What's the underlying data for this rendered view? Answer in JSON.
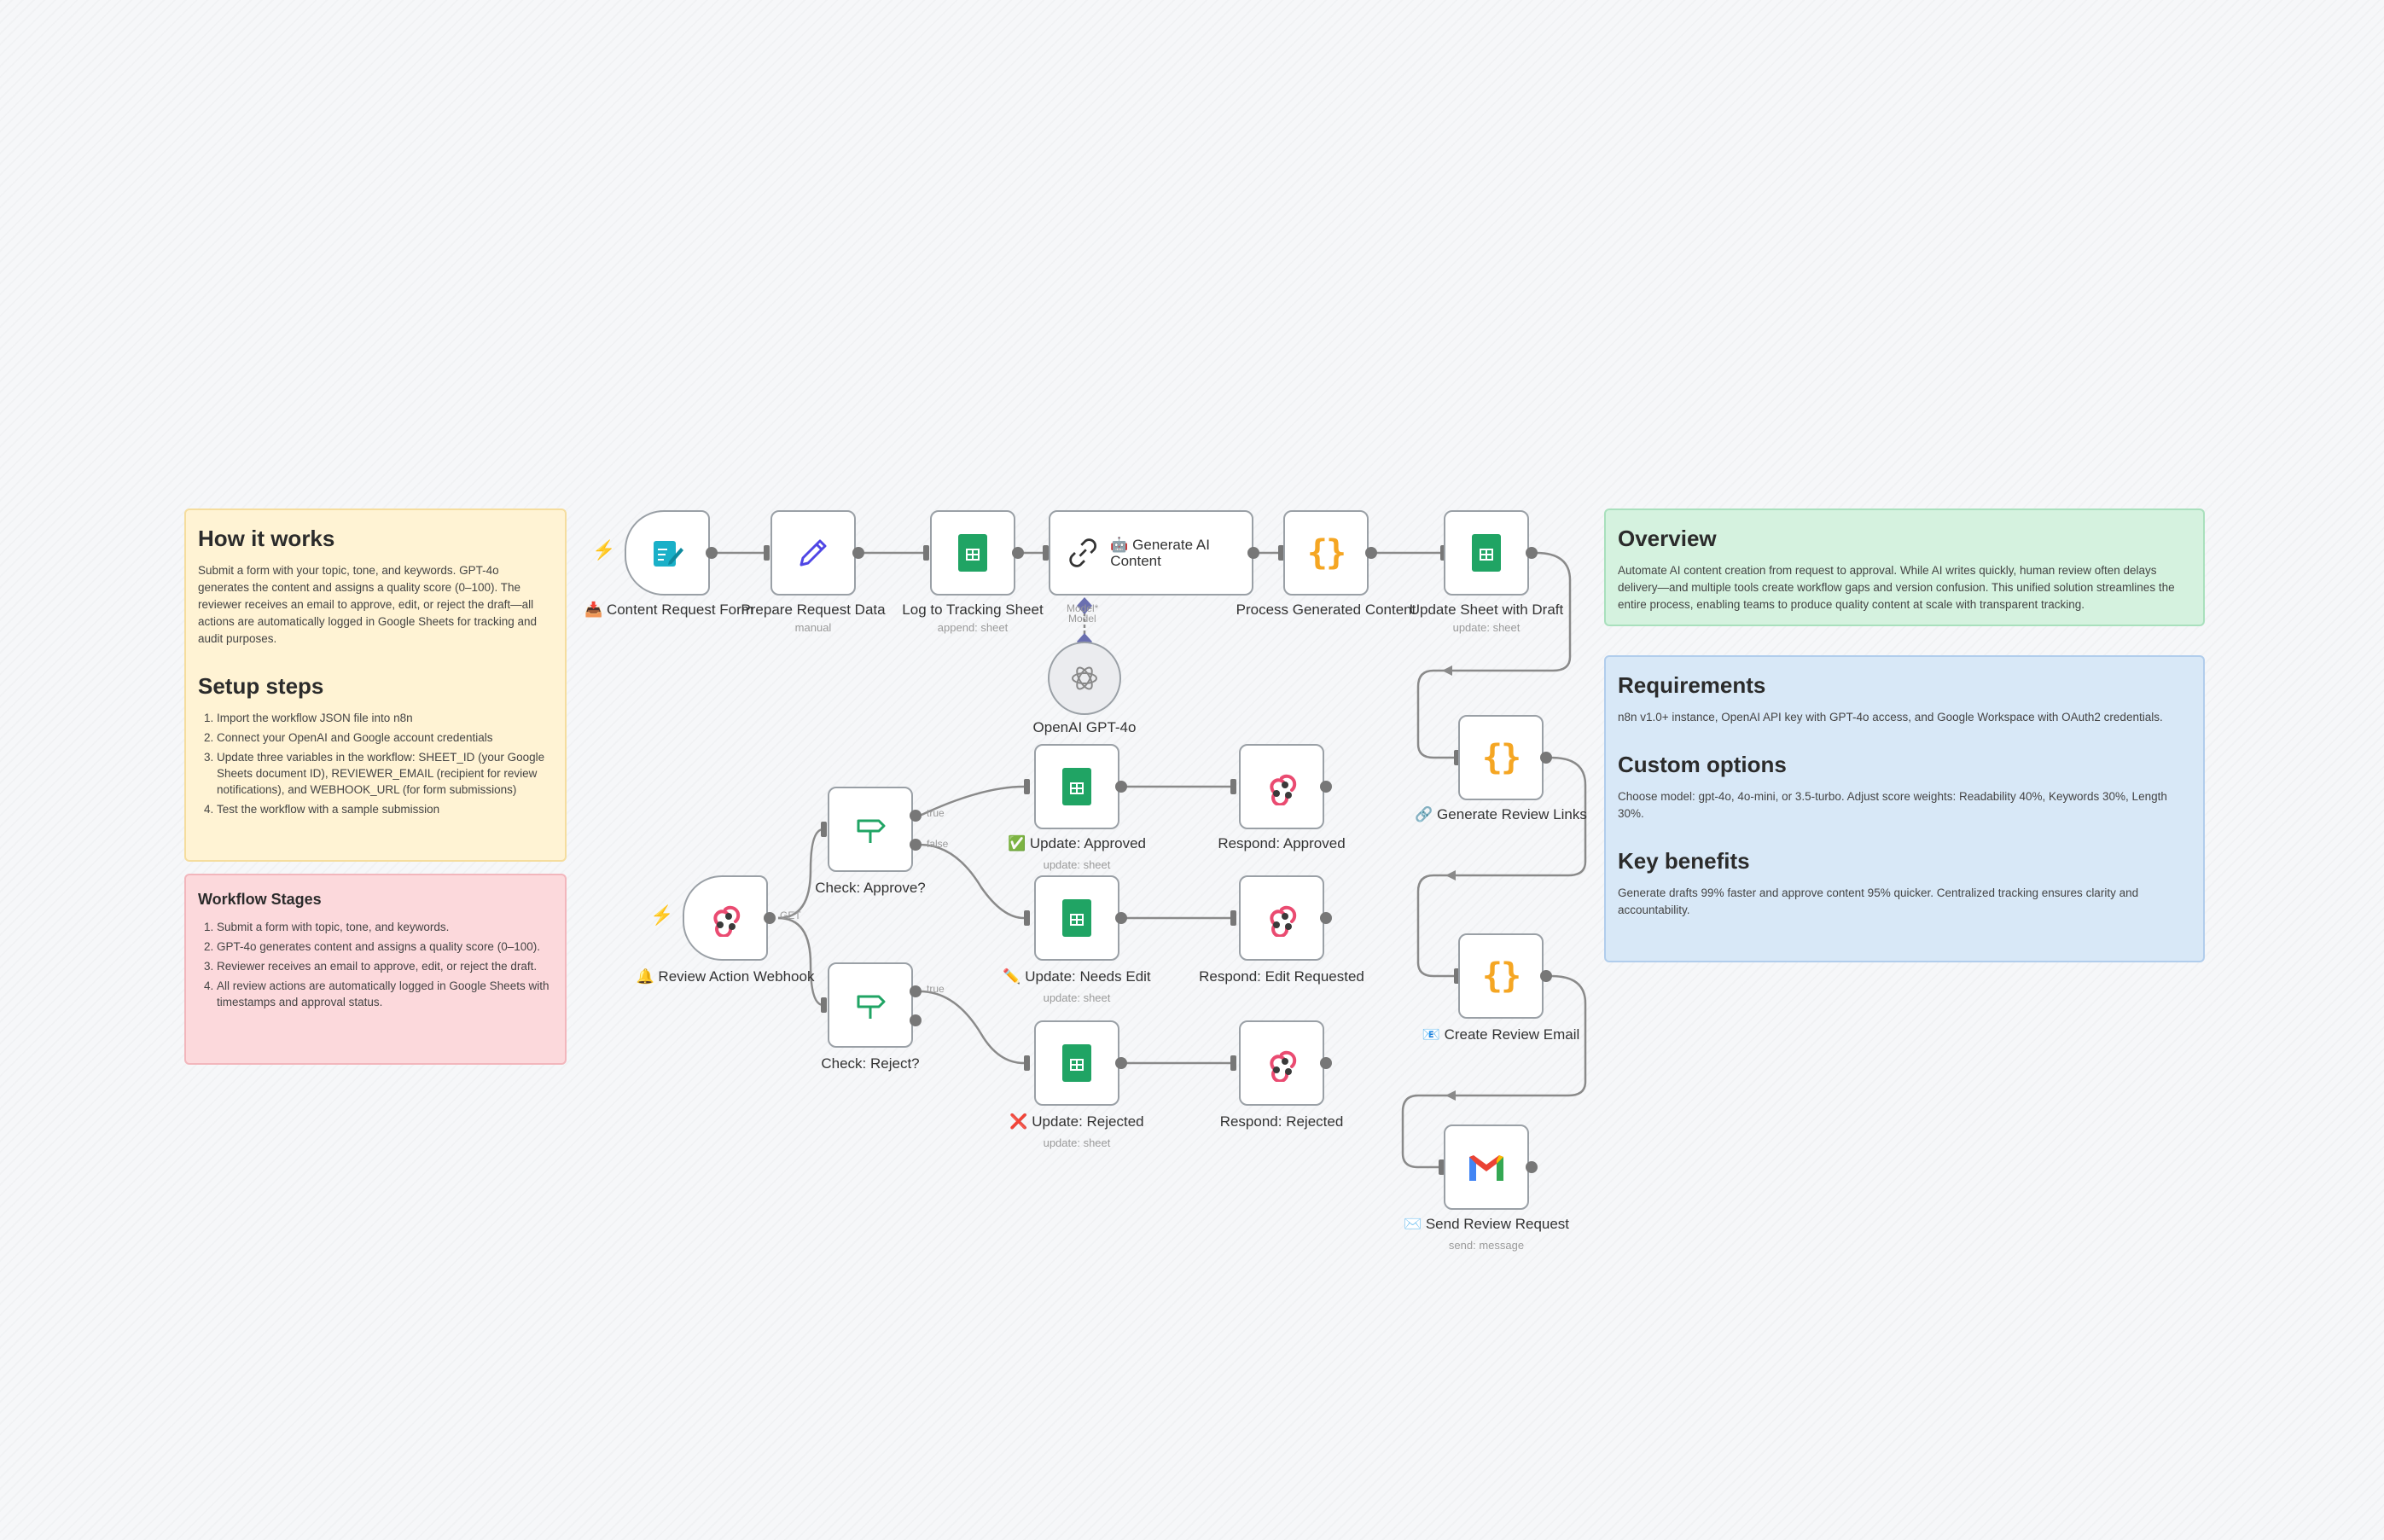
{
  "notes": {
    "how_it_works": {
      "title": "How it works",
      "text": "Submit a form with your topic, tone, and keywords. GPT-4o generates the content and assigns a quality score (0–100). The reviewer receives an email to approve, edit, or reject the draft—all actions are automatically logged in Google Sheets for tracking and audit purposes.",
      "setup_title": "Setup steps",
      "setup_steps": [
        "Import the workflow JSON file into n8n",
        "Connect your OpenAI and Google account credentials",
        "Update three variables in the workflow: SHEET_ID (your Google Sheets document ID), REVIEWER_EMAIL (recipient for review notifications), and WEBHOOK_URL (for form submissions)",
        "Test the workflow with a sample submission"
      ]
    },
    "workflow_stages": {
      "title": "Workflow Stages",
      "steps": [
        "Submit a form with topic, tone, and keywords.",
        "GPT-4o generates content and assigns a quality score (0–100).",
        "Reviewer receives an email to approve, edit, or reject the draft.",
        "All review actions are automatically logged in Google Sheets with timestamps and approval status."
      ]
    },
    "overview": {
      "title": "Overview",
      "text": "Automate AI content creation from request to approval. While AI writes quickly, human review often delays delivery—and multiple tools create workflow gaps and version confusion. This unified solution streamlines the entire process, enabling teams to produce quality content at scale with transparent tracking."
    },
    "requirements": {
      "title": "Requirements",
      "text": "n8n v1.0+ instance, OpenAI API key with GPT-4o access, and Google Workspace with OAuth2 credentials.",
      "custom_title": "Custom options",
      "custom_text": "Choose model: gpt-4o, 4o-mini, or 3.5-turbo. Adjust score weights: Readability 40%, Keywords 30%, Length 30%.",
      "benefits_title": "Key benefits",
      "benefits_text": "Generate drafts 99% faster and approve content 95% quicker. Centralized tracking ensures clarity and accountability."
    }
  },
  "nodes": {
    "content_request_form": {
      "label": "📥 Content Request Form",
      "icon": "form-icon"
    },
    "prepare_request_data": {
      "label": "Prepare Request Data",
      "sub": "manual",
      "icon": "pen-icon"
    },
    "log_tracking_sheet": {
      "label": "Log to Tracking Sheet",
      "sub": "append: sheet",
      "icon": "sheets-icon"
    },
    "generate_ai_content": {
      "label": "🤖 Generate AI Content",
      "icon": "link-icon"
    },
    "openai_gpt4o": {
      "label": "OpenAI GPT-4o",
      "icon": "openai-icon"
    },
    "process_generated_content": {
      "label": "Process Generated Content",
      "icon": "code-icon"
    },
    "update_sheet_draft": {
      "label": "Update Sheet with Draft",
      "sub": "update: sheet",
      "icon": "sheets-icon"
    },
    "generate_review_links": {
      "label": "🔗 Generate Review Links",
      "icon": "code-icon"
    },
    "create_review_email": {
      "label": "📧 Create Review Email",
      "icon": "code-icon"
    },
    "send_review_request": {
      "label": "✉️ Send Review Request",
      "sub": "send: message",
      "icon": "gmail-icon"
    },
    "review_action_webhook": {
      "label": "🔔 Review Action Webhook",
      "icon": "webhook-icon"
    },
    "check_approve": {
      "label": "Check: Approve?",
      "icon": "signpost-icon"
    },
    "check_reject": {
      "label": "Check: Reject?",
      "icon": "signpost-icon"
    },
    "update_approved": {
      "label": "✅ Update: Approved",
      "sub": "update: sheet",
      "icon": "sheets-icon"
    },
    "update_needs_edit": {
      "label": "✏️ Update: Needs Edit",
      "sub": "update: sheet",
      "icon": "sheets-icon"
    },
    "update_rejected": {
      "label": "❌ Update: Rejected",
      "sub": "update: sheet",
      "icon": "sheets-icon"
    },
    "respond_approved": {
      "label": "Respond: Approved",
      "icon": "webhook-icon"
    },
    "respond_edit": {
      "label": "Respond: Edit Requested",
      "icon": "webhook-icon"
    },
    "respond_rejected": {
      "label": "Respond: Rejected",
      "icon": "webhook-icon"
    }
  },
  "edge_labels": {
    "model_top": "Model*",
    "model_bottom": "Model",
    "get": "GET",
    "true_1": "true",
    "false_1": "false",
    "true_2": "true"
  },
  "colors": {
    "sheets_green": "#20a464",
    "code_orange": "#f5a623",
    "webhook_red": "#ea4b71",
    "form_teal": "#1ab0c8",
    "pen_blue": "#4f46e5",
    "edge_gray": "#8a8a8a",
    "trigger_orange": "#f05a28"
  }
}
